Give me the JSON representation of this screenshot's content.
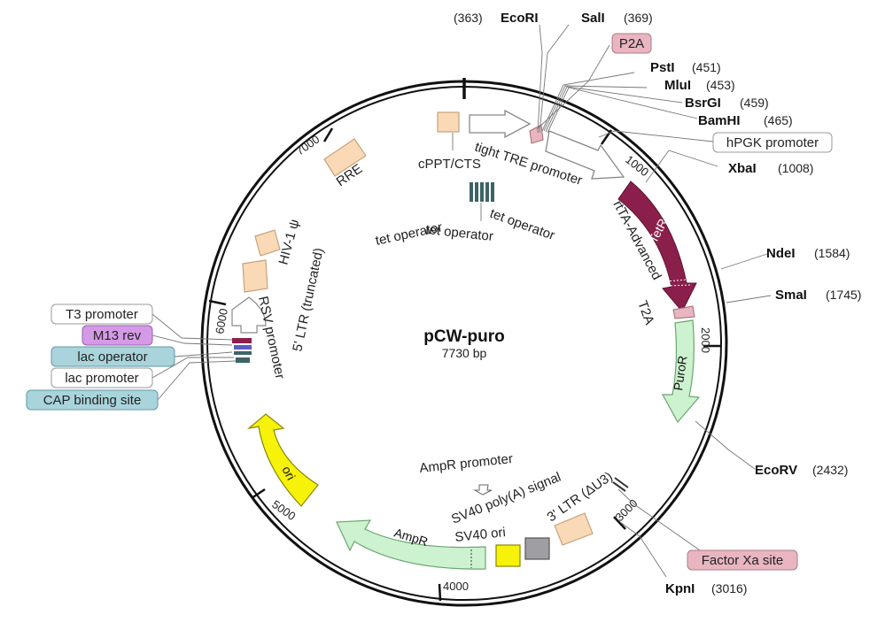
{
  "plasmid": {
    "name": "pCW-puro",
    "size": "7730 bp"
  },
  "colors": {
    "peach": "#f9d9b6",
    "peach_stroke": "#c9a27c",
    "green": "#cdf2cf",
    "green_stroke": "#6aa56f",
    "maroon": "#8b1f4b",
    "yellow": "#f6f20a",
    "gray": "#9e9ea3",
    "pink": "#e8b5c0",
    "purple": "#d59ae6",
    "teal": "#a9d4dc",
    "operator": "#3d6464"
  },
  "ticks": [
    "1000",
    "2000",
    "3000",
    "4000",
    "5000",
    "6000",
    "7000"
  ],
  "sites": [
    {
      "name": "EcoRI",
      "pos": "(363)"
    },
    {
      "name": "SalI",
      "pos": "(369)"
    },
    {
      "name": "PstI",
      "pos": "(451)"
    },
    {
      "name": "MluI",
      "pos": "(453)"
    },
    {
      "name": "BsrGI",
      "pos": "(459)"
    },
    {
      "name": "BamHI",
      "pos": "(465)"
    },
    {
      "name": "XbaI",
      "pos": "(1008)"
    },
    {
      "name": "NdeI",
      "pos": "(1584)"
    },
    {
      "name": "SmaI",
      "pos": "(1745)"
    },
    {
      "name": "EcoRV",
      "pos": "(2432)"
    },
    {
      "name": "KpnI",
      "pos": "(3016)"
    }
  ],
  "boxed_features": {
    "p2a": "P2A",
    "hpgk": "hPGK promoter",
    "factor_xa": "Factor Xa site",
    "t3": "T3 promoter",
    "m13": "M13 rev",
    "lac_operator": "lac operator",
    "lac_promoter": "lac promoter",
    "cap": "CAP binding site"
  },
  "features": {
    "rtetr": "rTetR",
    "puror": "PuroR",
    "ori": "ori",
    "ampr": "AmpR",
    "tight_tre": "tight TRE promoter",
    "cppt": "cPPT/CTS",
    "rre": "RRE",
    "tet1": "tet operator",
    "tet2": "tet operator",
    "tet3": "tet operator",
    "rtta": "rtTA-Advanced",
    "t2a": "T2A",
    "hiv": "HIV-1 ψ",
    "ltr5": "5' LTR (truncated)",
    "rsv": "RSV promoter",
    "ampr_promoter": "AmpR promoter",
    "sv40_polya": "SV40 poly(A) signal",
    "sv40_ori": "SV40 ori",
    "ltr3": "3' LTR (ΔU3)"
  }
}
